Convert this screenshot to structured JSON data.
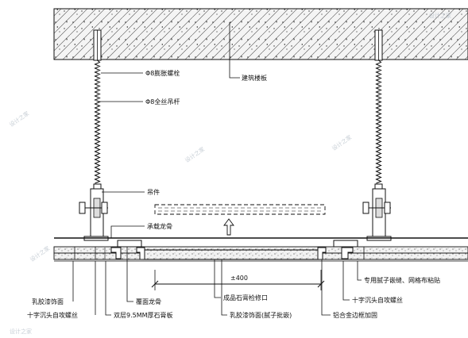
{
  "labels": {
    "expansion_bolt": "Φ8膨胀螺栓",
    "building_slab": "建筑楼板",
    "threaded_rod": "Φ8全丝吊杆",
    "hanger": "吊件",
    "main_keel": "承载龙骨",
    "cover_keel": "覆面龙骨",
    "finished_hatch": "成品石膏检修口",
    "dimension": "±400",
    "putty_joint": "专用腻子嵌缝、网格布粘贴",
    "screw_right": "十字沉头自攻螺丝",
    "latex_paint_left": "乳胶漆饰面",
    "screw_left": "十字沉头自攻螺丝",
    "double_board": "双层9.5MM厚石膏板",
    "latex_paint_center": "乳胶漆饰面(腻子批嵌)",
    "aluminum_frame": "铝合金边框加固"
  },
  "watermark": "设计之家"
}
